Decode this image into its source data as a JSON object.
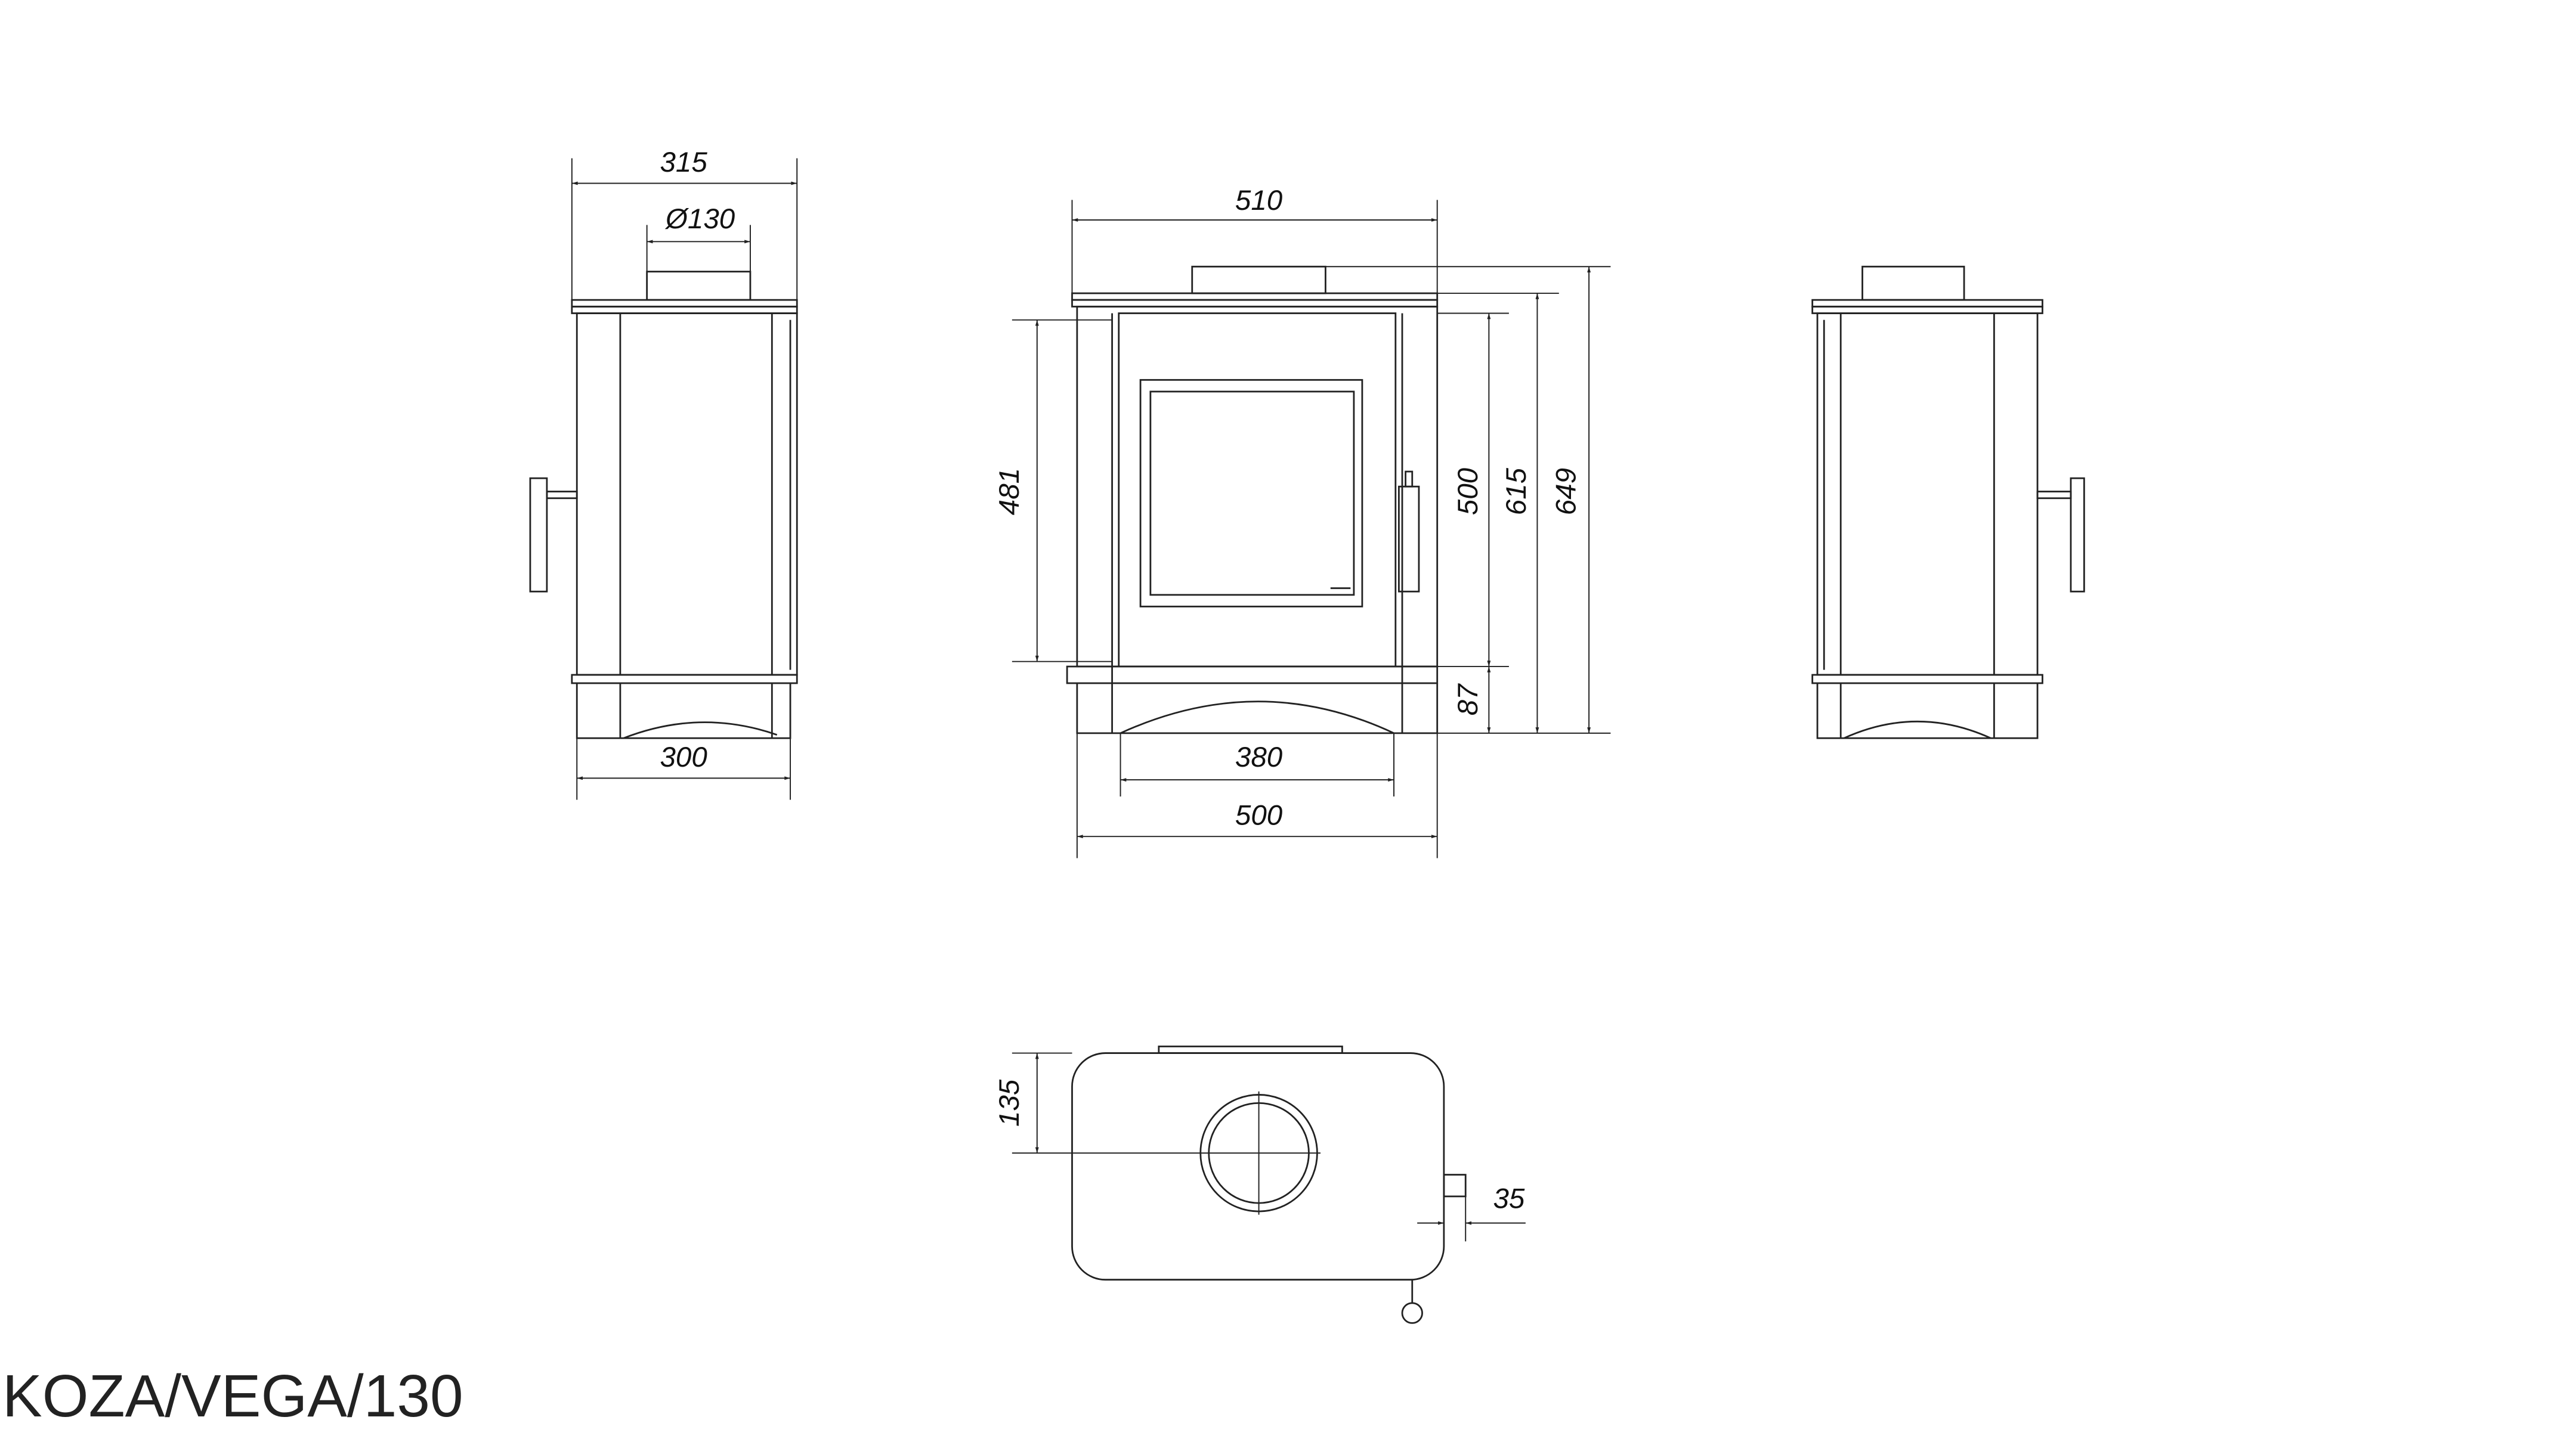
{
  "title": "KOZA/VEGA/130",
  "side_view": {
    "width_top": "315",
    "flue_diameter": "Ø130",
    "width_base": "300"
  },
  "front_view": {
    "width_top": "510",
    "door_height": "481",
    "body_height": "500",
    "height_to_top_plate": "615",
    "total_height": "649",
    "leg_height": "87",
    "arch_width": "380",
    "width_base": "500"
  },
  "top_view": {
    "flue_offset": "135",
    "handle_offset": "35"
  }
}
